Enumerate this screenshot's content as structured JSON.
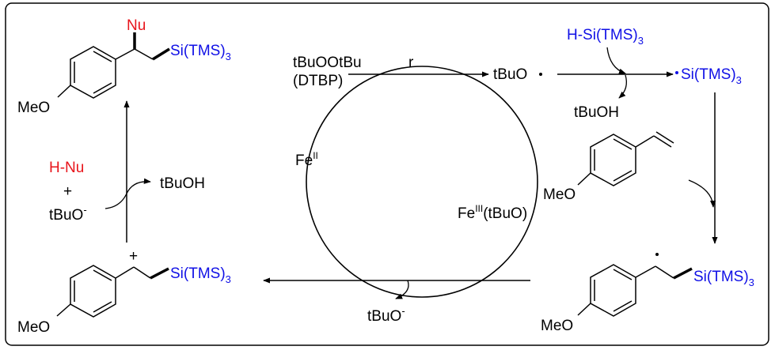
{
  "colors": {
    "black": "#000000",
    "blue": "#1010e6",
    "red": "#e8141b"
  },
  "reagents": {
    "dtbp_formula": "tBuOOtBu",
    "dtbp_abbr": "(DTBP)",
    "arrow_label": "r",
    "tbuo_radical": "tBuO",
    "silane": "H-Si(TMS)",
    "silane_sub": "3",
    "tbuoh": "tBuOH",
    "silyl_radical": "Si(TMS)",
    "silyl_radical_sub": "3"
  },
  "catalyst": {
    "fe2": "Fe",
    "fe2_sup": "II",
    "fe3": "Fe",
    "fe3_sup": "III",
    "fe3_ligand": "(tBuO)"
  },
  "structures": {
    "meo": "MeO",
    "si_group": "Si(TMS)",
    "si_sub": "3",
    "nu": "Nu",
    "plus": "+"
  },
  "left_side": {
    "h_nu": "H-Nu",
    "plus": "+",
    "tbuo_anion": "tBuO",
    "tbuo_anion_sup": "-",
    "tbuoh": "tBuOH"
  },
  "bottom": {
    "tbuo_anion": "tBuO",
    "tbuo_anion_sup": "-"
  }
}
